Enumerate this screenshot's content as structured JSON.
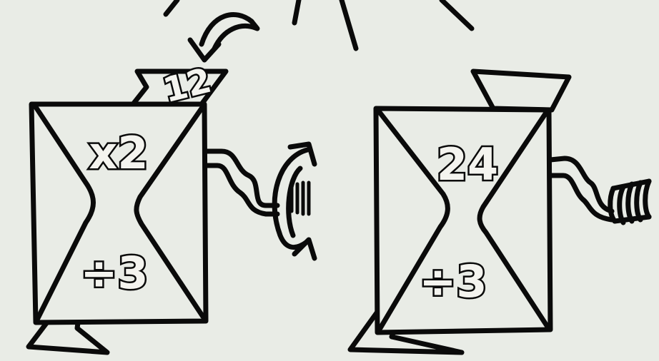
{
  "colors": {
    "background": "#e9ece6",
    "ink": "#0a0a0a",
    "label_fill": "#f4f4ef"
  },
  "machine_left": {
    "input_number": "12",
    "top_operation": "x2",
    "bottom_operation": "÷3"
  },
  "machine_right": {
    "top_label": "24",
    "bottom_operation": "÷3"
  },
  "icons": [
    "curved-arrow-icon",
    "crank-handle-icon",
    "rotation-arrow-icon",
    "spring-icon"
  ]
}
